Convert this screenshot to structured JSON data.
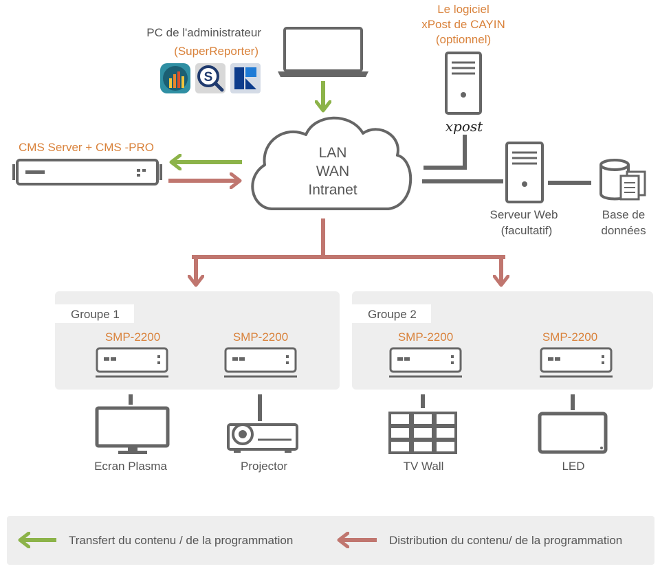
{
  "admin_pc": {
    "label": "PC de l'administrateur",
    "software": "(SuperReporter)"
  },
  "xpost": {
    "line1": "Le logiciel",
    "line2": "xPost de CAYIN",
    "line3": "(optionnel)",
    "logo_text": "xpost"
  },
  "cms": {
    "label": "CMS Server + CMS -PRO"
  },
  "cloud": {
    "line1": "LAN",
    "line2": "WAN",
    "line3": "Intranet"
  },
  "web_server": {
    "line1": "Serveur Web",
    "line2": "(facultatif)"
  },
  "database": {
    "line1": "Base de",
    "line2": "données"
  },
  "groups": [
    {
      "title": "Groupe 1",
      "players": [
        {
          "model": "SMP-2200",
          "device": "Ecran Plasma"
        },
        {
          "model": "SMP-2200",
          "device": "Projector"
        }
      ]
    },
    {
      "title": "Groupe 2",
      "players": [
        {
          "model": "SMP-2200",
          "device": "TV Wall"
        },
        {
          "model": "SMP-2200",
          "device": "LED"
        }
      ]
    }
  ],
  "legend": {
    "transfer": "Transfert du contenu / de la programmation",
    "distribution": "Distribution du contenu/ de la programmation"
  },
  "colors": {
    "green_arrow": "#8cb349",
    "red_arrow": "#c0766f",
    "orange_text": "#d9823b",
    "gray": "#666666",
    "panel": "#eeeeee"
  },
  "icons": [
    "laptop-icon",
    "superreporter-icon",
    "search-s-icon",
    "cms-k-icon",
    "server-tower-icon",
    "rack-server-icon",
    "cloud-icon",
    "database-icon",
    "media-player-icon",
    "plasma-screen-icon",
    "projector-icon",
    "tv-wall-icon",
    "led-display-icon"
  ]
}
